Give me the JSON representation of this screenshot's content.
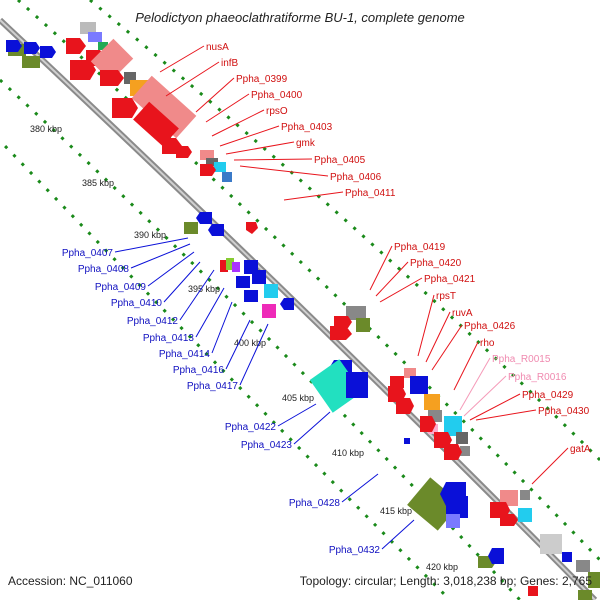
{
  "title": "Pelodictyon phaeoclathratiforme BU-1, complete genome",
  "accession": "Accession: NC_011060",
  "topology": "Topology: circular; Length: 3,018,238 bp; Genes: 2,765",
  "colors": {
    "forward_gene": "#e8141c",
    "reverse_gene": "#0a10d8",
    "rna_gene": "#f59ab8",
    "backbone": "#8a8a8a",
    "ticks": "#1a8a1a"
  },
  "scale_ticks": [
    "380 kbp",
    "385 kbp",
    "390 kbp",
    "395 kbp",
    "400 kbp",
    "405 kbp",
    "410 kbp",
    "415 kbp",
    "420 kbp"
  ],
  "forward_labels": [
    "nusA",
    "infB",
    "Ppha_0399",
    "Ppha_0400",
    "rpsO",
    "Ppha_0403",
    "gmk",
    "Ppha_0405",
    "Ppha_0406",
    "Ppha_0411",
    "Ppha_0419",
    "Ppha_0420",
    "Ppha_0421",
    "rpsT",
    "ruvA",
    "Ppha_0426",
    "rho",
    "Ppha_0429",
    "Ppha_0430",
    "gatA"
  ],
  "rna_labels": [
    "Ppha_R0015",
    "Ppha_R0016"
  ],
  "reverse_labels": [
    "Ppha_0407",
    "Ppha_0408",
    "Ppha_0409",
    "Ppha_0410",
    "Ppha_0412",
    "Ppha_0413",
    "Ppha_0414",
    "Ppha_0416",
    "Ppha_0417",
    "Ppha_0422",
    "Ppha_0423",
    "Ppha_0428",
    "Ppha_0432"
  ]
}
